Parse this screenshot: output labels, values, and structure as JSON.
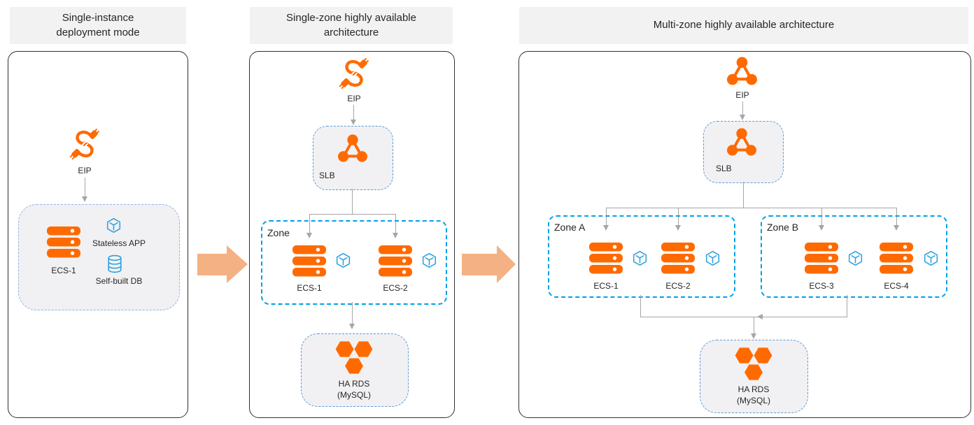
{
  "colors": {
    "orange": "#FF6A00",
    "salmon": "#F4B183",
    "header-bg": "#F2F2F2",
    "panel-border": "#2F2F2F",
    "box-fill": "#F1F1F3",
    "box-border": "#5B9BD5",
    "box-border-light": "#8FB4E3",
    "zone-border": "#00A0E9",
    "line": "#A6A6A6",
    "cube-blue": "#2BA2E0",
    "text": "#262626"
  },
  "icons": {
    "eip_plug": "plug-cable-icon",
    "eip_network": "node-triangle-icon",
    "slb": "node-triangle-icon",
    "ecs": "server-stack-icon",
    "app": "cube-icon",
    "db": "database-cylinder-icon",
    "rds": "hexagon-cluster-icon",
    "transition": "right-block-arrow"
  },
  "panels": [
    {
      "title": "Single-instance\ndeployment mode",
      "eip": "EIP",
      "ecs": "ECS-1",
      "stateless_app": "Stateless APP",
      "self_built_db": "Self-built DB"
    },
    {
      "title": "Single-zone highly available\narchitecture",
      "eip": "EIP",
      "slb": "SLB",
      "zone": {
        "label": "Zone",
        "ecs": [
          "ECS-1",
          "ECS-2"
        ]
      },
      "rds": "HA RDS\n(MySQL)"
    },
    {
      "title": "Multi-zone highly available architecture",
      "eip": "EIP",
      "slb": "SLB",
      "zones": [
        {
          "label": "Zone A",
          "ecs": [
            "ECS-1",
            "ECS-2"
          ]
        },
        {
          "label": "Zone B",
          "ecs": [
            "ECS-3",
            "ECS-4"
          ]
        }
      ],
      "rds": "HA RDS\n(MySQL)"
    }
  ]
}
